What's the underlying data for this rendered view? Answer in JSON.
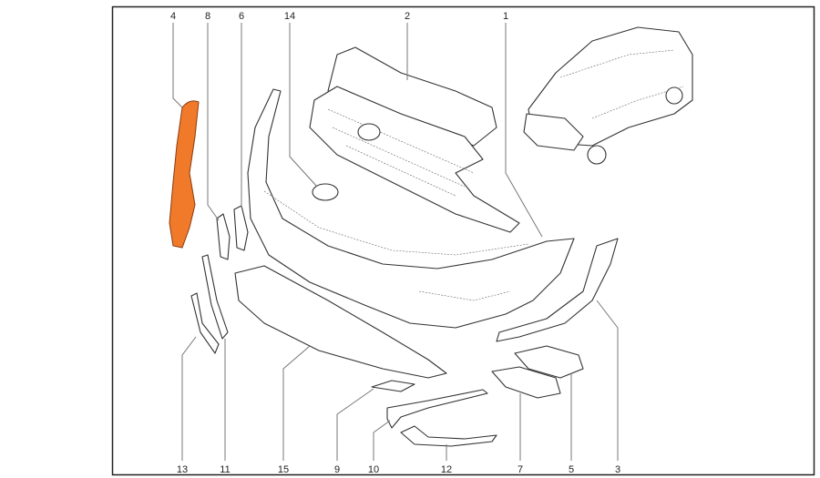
{
  "diagram": {
    "highlight_color": "#f07a2a",
    "callouts_top": [
      "4",
      "8",
      "6",
      "14",
      "2",
      "1"
    ],
    "callouts_bottom": [
      "13",
      "11",
      "15",
      "9",
      "10",
      "12",
      "7",
      "5",
      "3"
    ]
  }
}
